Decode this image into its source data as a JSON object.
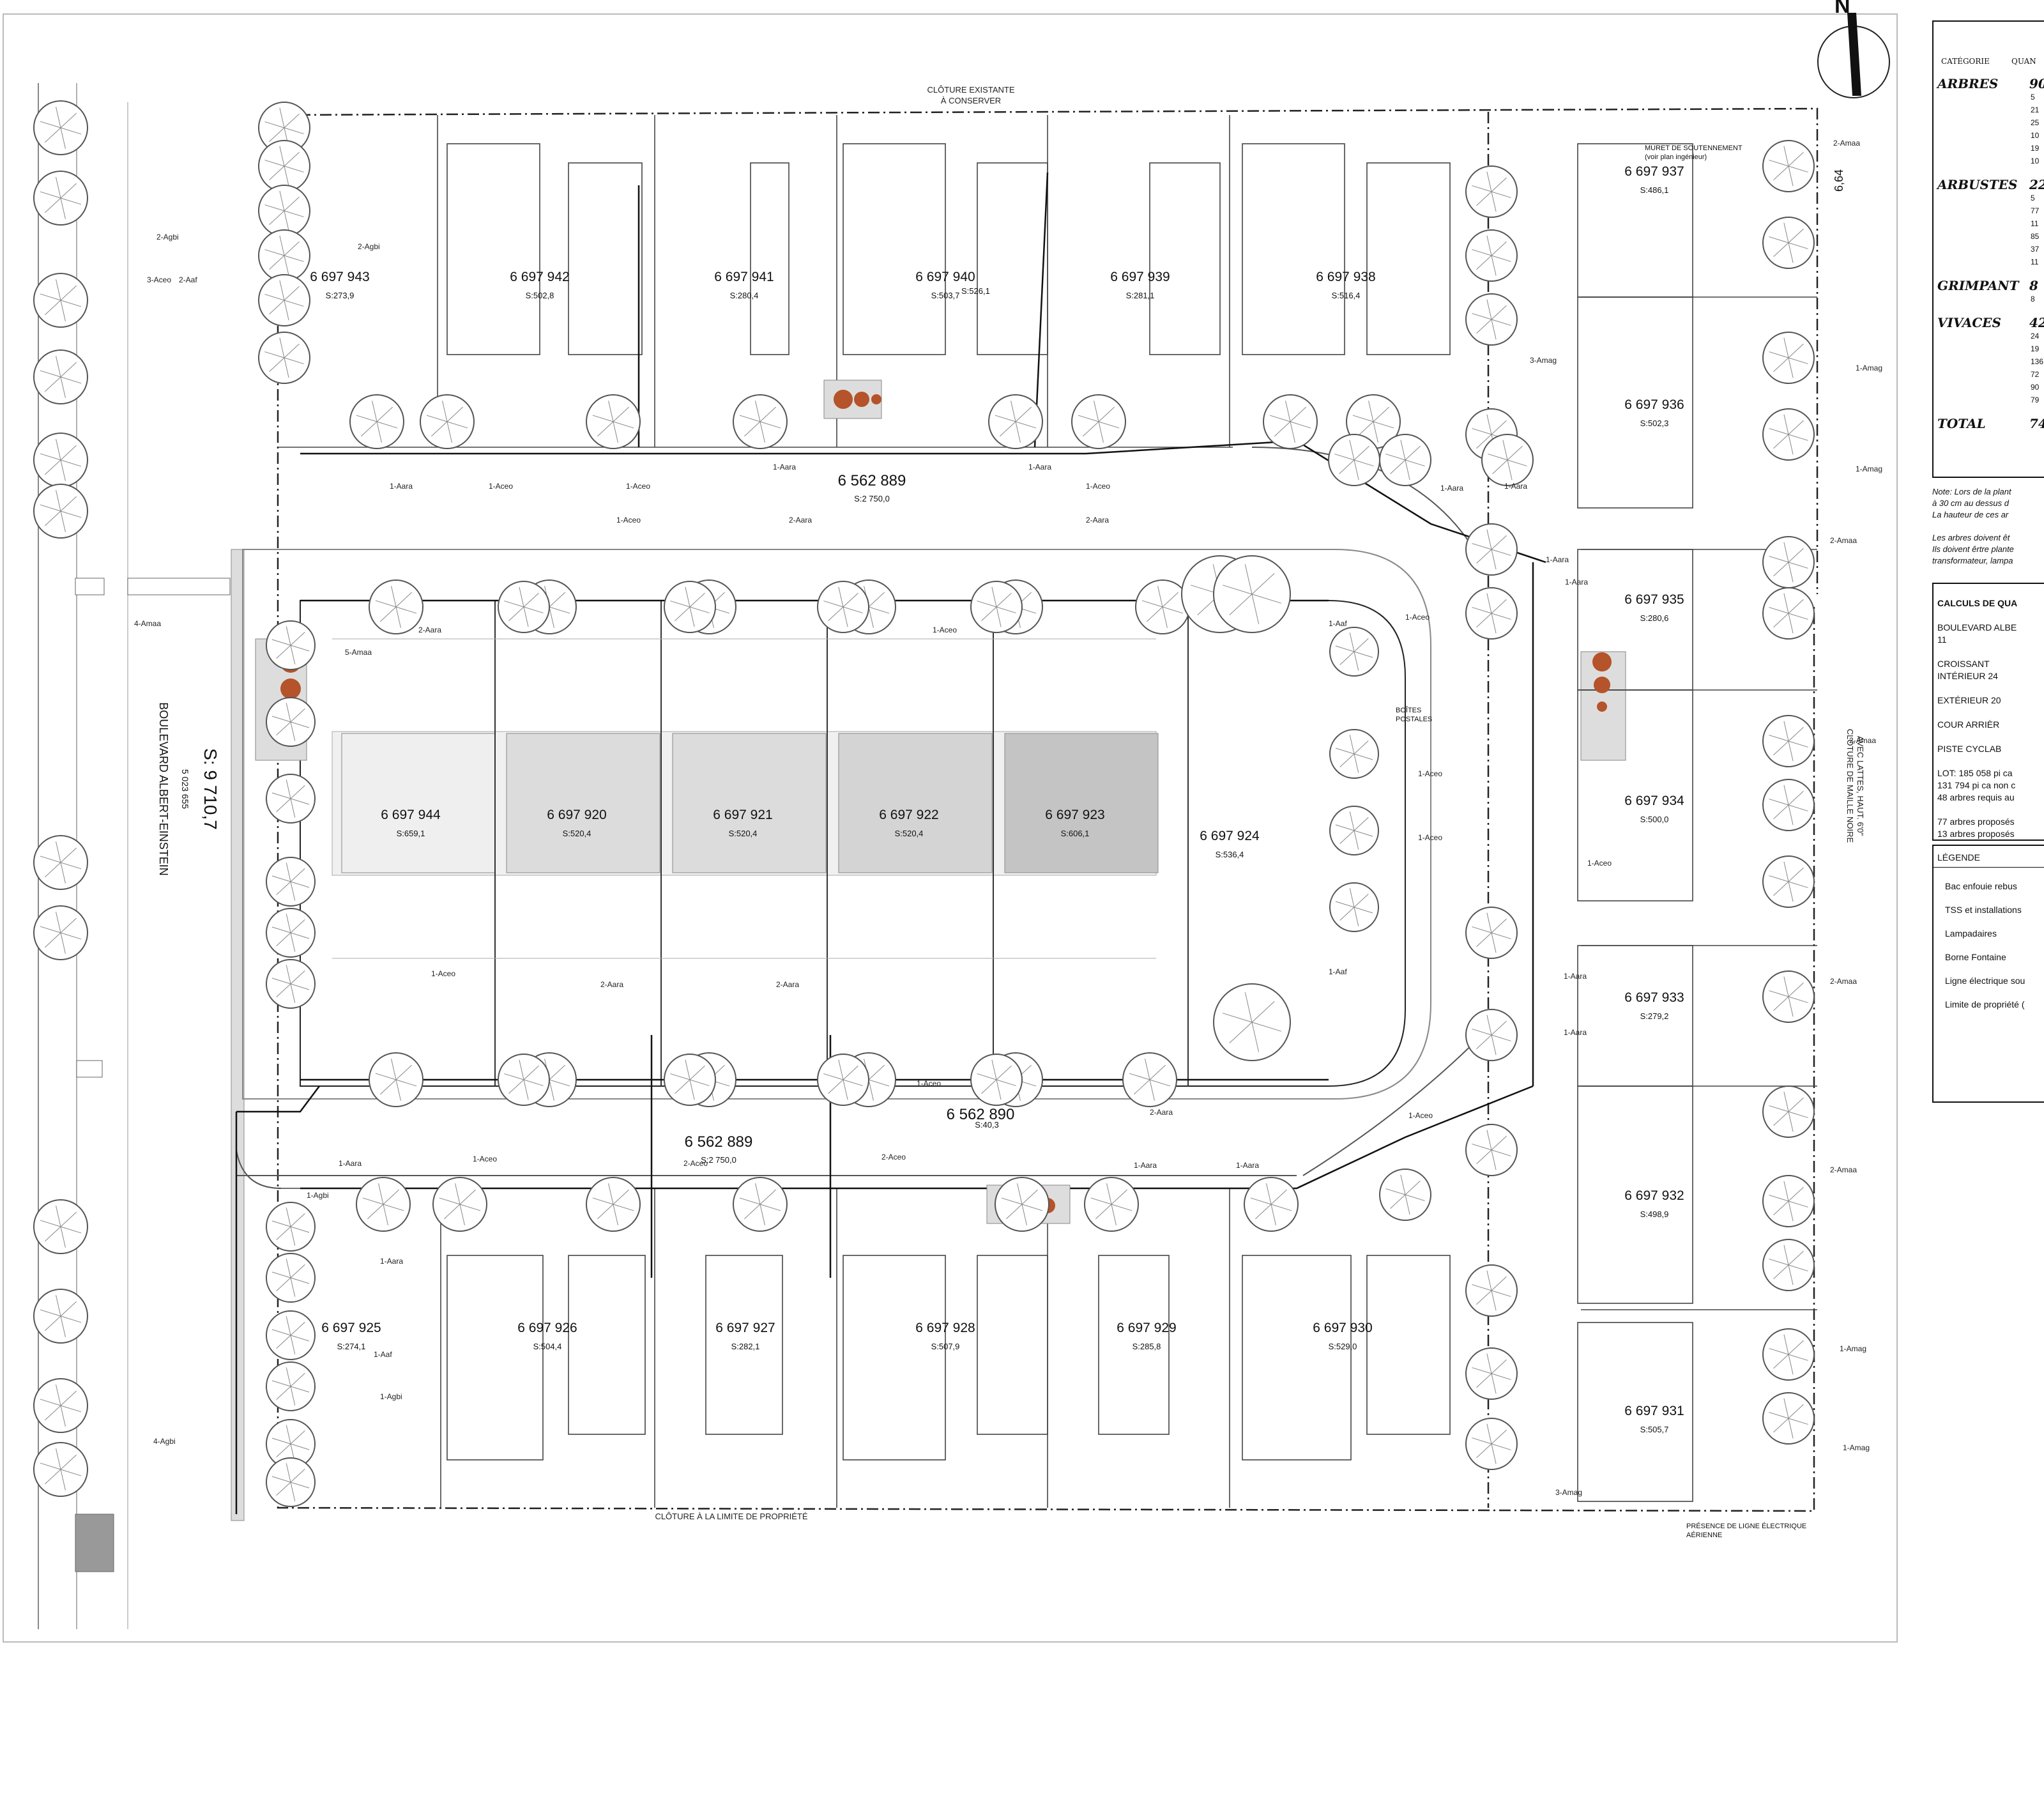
{
  "north_arrow": {
    "label": "N"
  },
  "streets": {
    "main_road_label": "BOULEVARD ALBERT-EINSTEIN",
    "main_road_area": "S: 9 710,7",
    "main_road_lot": "5 023 655"
  },
  "fences": {
    "top": [
      "CLÔTURE EXISTANTE",
      "À CONSERVER"
    ],
    "bottom": "CLÔTURE À LA LIMITE DE PROPRIÉTÉ",
    "right": [
      "CLÔTURE DE MAILLE NOIRE",
      "AVEC LATTES, HAUT. 6'0\""
    ],
    "wall": [
      "MURET DE SOUTENNEMENT",
      "(voir plan ingénieur)"
    ],
    "powerline": [
      "PRÉSENCE DE LIGNE ÉLECTRIQUE",
      "AÉRIENNE"
    ],
    "mailboxes": [
      "BOÎTES",
      "POSTALES"
    ]
  },
  "roads": [
    {
      "num": "6 562 889",
      "area": "S:2 750,0"
    },
    {
      "num": "6 562 889",
      "area": "S:2 750,0"
    },
    {
      "num": "6 562 890",
      "area": "S:40,3"
    }
  ],
  "lots": [
    {
      "num": "6 697 943",
      "area": "S:273,9"
    },
    {
      "num": "6 697 942",
      "area": "S:502,8"
    },
    {
      "num": "6 697 941",
      "area": "S:280,4"
    },
    {
      "num": "6 697 940",
      "area": "S:503,7"
    },
    {
      "num": "6 697 939",
      "area": "S:281,1"
    },
    {
      "num": "6 697 938",
      "area": "S:516,4"
    },
    {
      "num": "6 697 937",
      "area": "S:486,1"
    },
    {
      "num": "6 697 936",
      "area": "S:502,3"
    },
    {
      "num": "6 697 935",
      "area": "S:280,6"
    },
    {
      "num": "6 697 934",
      "area": "S:500,0"
    },
    {
      "num": "6 697 933",
      "area": "S:279,2"
    },
    {
      "num": "6 697 932",
      "area": "S:498,9"
    },
    {
      "num": "6 697 931",
      "area": "S:505,7"
    },
    {
      "num": "6 697 944",
      "area": "S:659,1"
    },
    {
      "num": "6 697 920",
      "area": "S:520,4"
    },
    {
      "num": "6 697 921",
      "area": "S:520,4"
    },
    {
      "num": "6 697 922",
      "area": "S:520,4"
    },
    {
      "num": "6 697 923",
      "area": "S:606,1"
    },
    {
      "num": "6 697 924",
      "area": "S:536,4"
    },
    {
      "num": "6 697 925",
      "area": "S:274,1"
    },
    {
      "num": "6 697 926",
      "area": "S:504,4"
    },
    {
      "num": "6 697 927",
      "area": "S:282,1"
    },
    {
      "num": "6 697 928",
      "area": "S:507,9"
    },
    {
      "num": "6 697 929",
      "area": "S:285,8"
    },
    {
      "num": "6 697 930",
      "area": "S:529,0"
    }
  ],
  "extra_labels": {
    "s_526": "S:526,1",
    "lot_6_64": "6,64"
  },
  "plant_labels": [
    "2-Agbi",
    "3-Aceo",
    "2-Aaf",
    "2-Agbi",
    "4-Amaa",
    "5-Amaa",
    "1-Aara",
    "1-Aceo",
    "1-Aceo",
    "1-Aara",
    "1-Aara",
    "1-Aceo",
    "1-Aceo",
    "2-Aara",
    "2-Aara",
    "2-Aara",
    "1-Aceo",
    "1-Aceo",
    "1-Aaf",
    "1-Aceo",
    "1-Aceo",
    "1-Aceo",
    "1-Aaf",
    "2-Aara",
    "2-Aara",
    "1-Aceo",
    "2-Aara",
    "1-Aceo",
    "2-Aceo",
    "2-Aceo",
    "1-Aara",
    "1-Aara",
    "1-Agbi",
    "1-Aara",
    "1-Aaf",
    "1-Agbi",
    "4-Agbi",
    "1-Aara",
    "1-Aceo",
    "2-Amaa",
    "1-Amag",
    "1-Amag",
    "3-Amag",
    "1-Aara",
    "1-Aara",
    "1-Aara",
    "2-Amaa",
    "1-Aara",
    "2-Amaa",
    "1-Aceo",
    "2-Amaa",
    "1-Aara",
    "1-Aara",
    "2-Amaa",
    "1-Amag",
    "1-Amag",
    "3-Amag"
  ],
  "legend_panel": {
    "header": [
      "CATÉGORIE",
      "QUAN"
    ],
    "categories": [
      {
        "name": "ARBRES",
        "total": "90",
        "rows": [
          "5",
          "21",
          "25",
          "10",
          "19",
          "10"
        ]
      },
      {
        "name": "ARBUSTES",
        "total": "22",
        "rows": [
          "5",
          "77",
          "11",
          "85",
          "37",
          "11"
        ]
      },
      {
        "name": "GRIMPANT",
        "total": "8",
        "rows": [
          "8"
        ]
      },
      {
        "name": "VIVACES",
        "total": "42",
        "rows": [
          "24",
          "19",
          "136",
          "72",
          "90",
          "79"
        ]
      },
      {
        "name": "TOTAL",
        "total": "74",
        "rows": []
      }
    ],
    "notes": [
      "Note: Lors de la plant",
      "à 30 cm au dessus d",
      "La hauteur  de ces ar",
      "",
      "Les arbres doivent êt",
      "Ils doivent êrtre plante",
      "transformateur, lampa"
    ],
    "calc_title": "CALCULS DE QUA",
    "calc_rows": [
      "BOULEVARD ALBE",
      "11",
      "",
      "CROISSANT",
      "INTÉRIEUR  24",
      "",
      "EXTÉRIEUR 20",
      "",
      "COUR ARRIÈR",
      "",
      "PISTE CYCLAB",
      "",
      "LOT: 185 058 pi ca",
      "131 794 pi ca non c",
      "48 arbres requis au",
      "",
      "77 arbres proposés",
      "13 arbres proposés"
    ],
    "legend_title": "LÉGENDE",
    "legend_items": [
      "Bac enfouie rebus",
      "TSS et installations",
      "Lampadaires",
      "Borne Fontaine",
      "Ligne électrique sou",
      "Limite de propriété ("
    ]
  }
}
